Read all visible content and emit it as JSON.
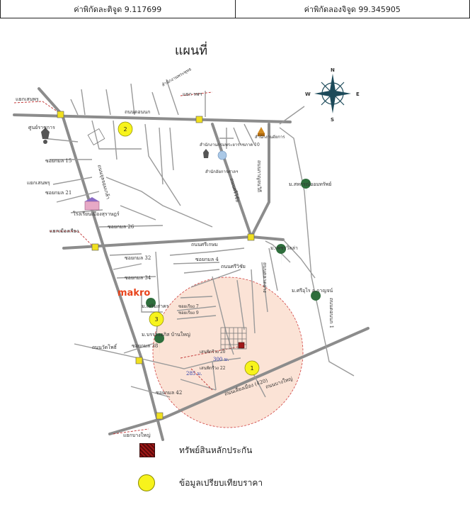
{
  "header": {
    "latitude": "ค่าพิกัดละติจูด 9.117699",
    "longitude": "ค่าพิกัดลองจิจูด 99.345905"
  },
  "map": {
    "title": "แผนที่",
    "brand": "makro",
    "distance_labels": {
      "d1": "300 ม.",
      "d2": "285 ม."
    },
    "compass": {
      "n": "N",
      "s": "S",
      "e": "E",
      "w": "W"
    },
    "markers": {
      "m1": "1",
      "m2": "2",
      "m3": "3"
    },
    "labels": {
      "l01": "แยกเสนพรุ",
      "l02": "ศูนย์ราชการ",
      "l03": "ซอยกมล 15",
      "l04": "แยกเสนพรุ",
      "l05": "ซอยกมล 21",
      "l06": "โรงเรียนเมืองสุราษฎร์",
      "l07": "แยกเมืองเรียง",
      "l08": "ซอยกมล 26",
      "l09": "ถนนดอนนก",
      "l10": "ถนนจุลจอมเกล้า",
      "l11": "สำนักงานกรมพระยาราชภาค 10",
      "l12": "สำนักงานอัยการ",
      "l13": "สำนักงานพระพุทธ",
      "l14": "สำนักอัยการศาลฯ",
      "l15": "แยก รพฯ",
      "l16": "ม.สหกรณ์ออมทรัพย์",
      "l17": "ถนนศรีเกษม",
      "l18": "ม.เพชรวิลล่า",
      "l19": "ซอยกมล 32",
      "l20": "ซอยกมล 34",
      "l21": "ซอยกมล 4",
      "l22": "ถนนศรีวิชัย",
      "l23": "ม.เสริมสาคร",
      "l24": "ซอยเรียง 7",
      "l25": "ซอยเรียง 9",
      "l26": "ม.ศรีอุไร อ.กาญจน์",
      "l27": "ม.บรรจงอภิส บ้านใหญ่",
      "l28": "ซอยกมล 38",
      "l29": "ถนนวัดโพธิ์",
      "l30": "เสนพิกรีวง 20",
      "l31": "เสนพิกรีวง 22",
      "l32": "ถนนเลี่ยงเมือง (420)",
      "l33": "ซอยกมล 42",
      "l34": "แยกบางใหญ่",
      "l35": "ถนนบางใหญ่",
      "l36": "ถนนกาญจนวิถี",
      "l37": "ถนนศรีวิชัย",
      "l38": "ถนนตลาดล่าง",
      "l39": "ถนนดอนนก 1"
    }
  },
  "legend": {
    "collateral": "ทรัพย์สินหลักประกัน",
    "comparable": "ข้อมูลเปรียบเทียบราคา"
  },
  "colors": {
    "road": "#8c8c8c",
    "highway": "#808080",
    "radius_fill": "#f9dac8",
    "radius_stroke": "#d04040",
    "comparable": "#f7f31c",
    "pin": "#2e6e3c",
    "junction": "#f0e020",
    "makro": "#e8441c"
  }
}
